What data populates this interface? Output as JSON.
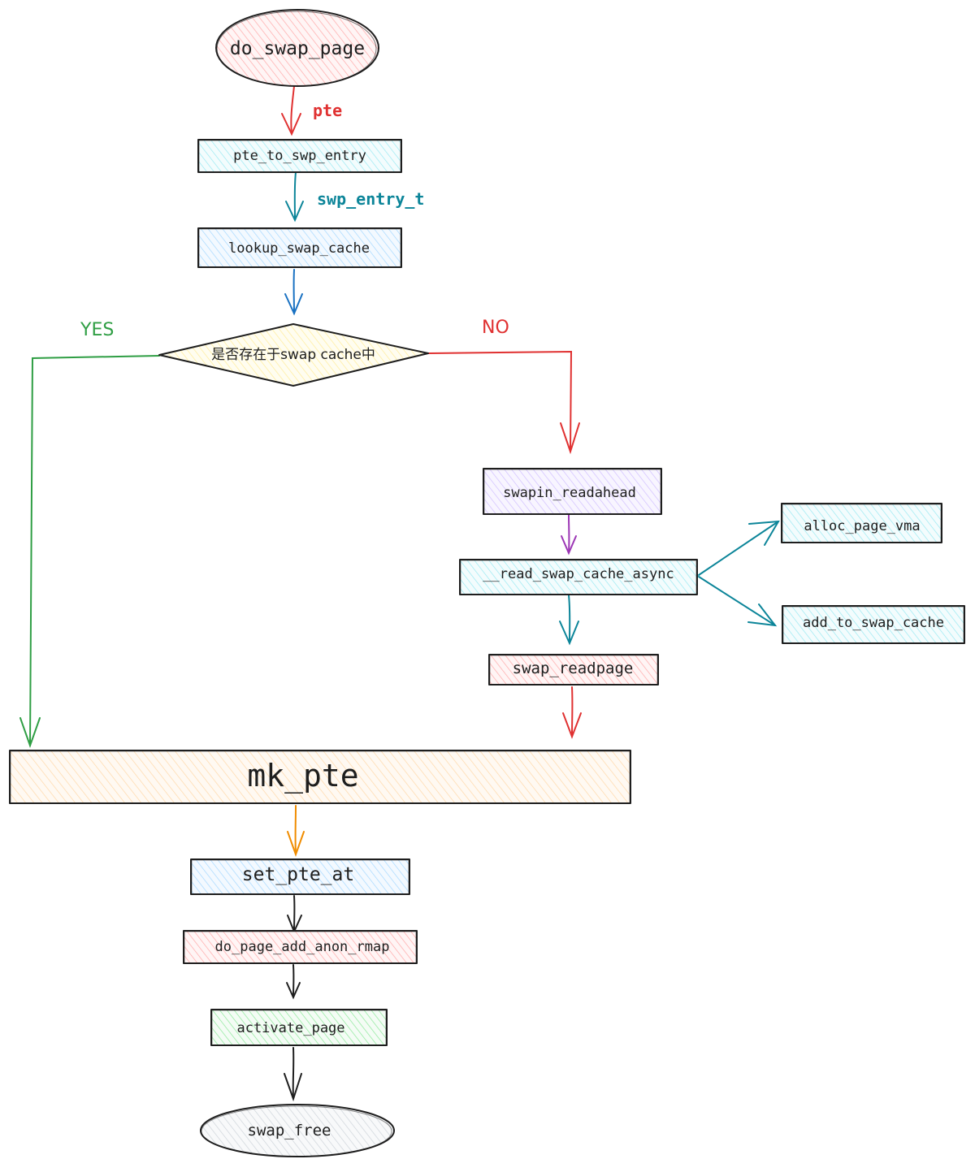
{
  "colors": {
    "red": "#e03131",
    "teal": "#0c8599",
    "blue": "#1971c2",
    "green": "#2f9e44",
    "purple": "#9c36b5",
    "orange": "#f08c00",
    "dark": "#1e1e1e",
    "pink_fill": "#ffc9c9",
    "cyan_fill": "#99e9f2",
    "blue_fill": "#a5d8ff",
    "yellow_fill": "#fff3bf",
    "violet_fill": "#d0bfff",
    "peach_fill": "#ffd8a8",
    "green_fill": "#b2f2bb",
    "gray_fill": "#dee2e6"
  },
  "nodes": {
    "do_swap_page": "do_swap_page",
    "pte_to_swp_entry": "pte_to_swp_entry",
    "lookup_swap_cache": "lookup_swap_cache",
    "decision": "是否存在于swap cache中",
    "swapin_readahead": "swapin_readahead",
    "read_swap_cache_async": "__read_swap_cache_async",
    "alloc_page_vma": "alloc_page_vma",
    "add_to_swap_cache": "add_to_swap_cache",
    "swap_readpage": "swap_readpage",
    "mk_pte": "mk_pte",
    "set_pte_at": "set_pte_at",
    "do_page_add_anon_rmap": "do_page_add_anon_rmap",
    "activate_page": "activate_page",
    "swap_free": "swap_free"
  },
  "edge_labels": {
    "pte": "pte",
    "swp_entry_t": "swp_entry_t",
    "yes": "YES",
    "no": "NO"
  }
}
